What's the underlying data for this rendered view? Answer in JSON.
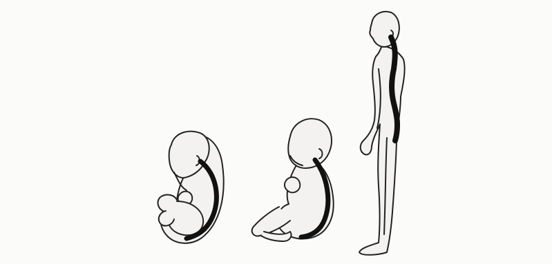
{
  "figures": [
    {
      "name": "fetus",
      "spine_shape": "C-curve"
    },
    {
      "name": "infant",
      "spine_shape": "C-curve"
    },
    {
      "name": "adult",
      "spine_shape": "S-curve"
    }
  ],
  "colors": {
    "body_fill": "#f3f2f1",
    "outline": "#222222",
    "spine": "#111111",
    "background": "#fbfbfa"
  }
}
